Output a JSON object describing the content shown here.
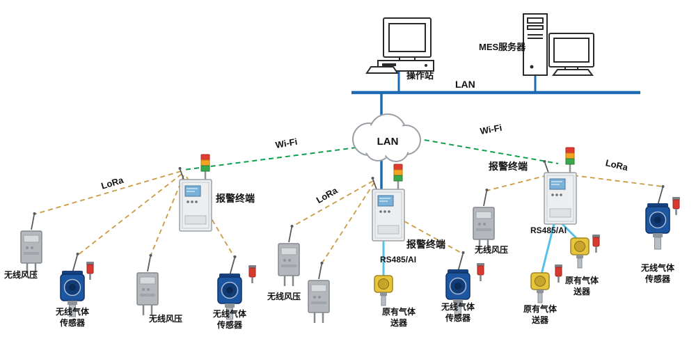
{
  "colors": {
    "lan_line": "#1b6ab3",
    "wifi_line": "#0ba04a",
    "lora_line": "#c99a3f",
    "rs485_line": "#54c2e8"
  },
  "top": {
    "operator_station": "操作站",
    "lan_bus": "LAN",
    "mes_server": "MES服务器"
  },
  "cloud": {
    "label": "LAN"
  },
  "links": {
    "wifi_left": "Wi-Fi",
    "wifi_right": "Wi-Fi",
    "lora_left": "LoRa",
    "lora_mid": "LoRa",
    "lora_right": "LoRa",
    "rs485_mid": "RS485/AI",
    "rs485_right": "RS485/AI"
  },
  "terminals": {
    "left": "报警终端",
    "mid": "报警终端",
    "right": "报警终端"
  },
  "devices": {
    "wind_1": "无线风压",
    "gas_1": "无线气体传感器",
    "wind_2": "无线风压",
    "gas_2": "无线气体传感器",
    "wind_3": "无线风压",
    "legacy_mid": "原有气体送器",
    "gas_3": "无线气体传感器",
    "wind_right": "无线风压",
    "legacy_right_low": "原有气体送器",
    "legacy_right_high": "原有气体送器",
    "gas_4": "无线气体传感器"
  }
}
